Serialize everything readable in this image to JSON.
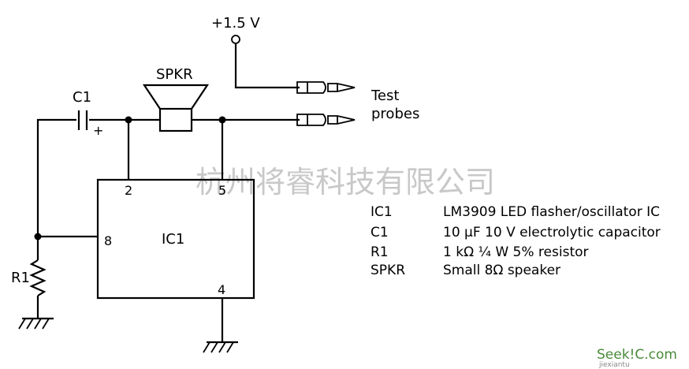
{
  "supply": {
    "label": "+1.5 V"
  },
  "probes": {
    "line1": "Test",
    "line2": "probes"
  },
  "components": {
    "speaker": "SPKR",
    "capacitor": "C1",
    "capacitor_polarity": "+",
    "resistor": "R1",
    "ic": "IC1"
  },
  "pins": {
    "p2": "2",
    "p5": "5",
    "p8": "8",
    "p4": "4"
  },
  "parts_list": [
    {
      "ref": "IC1",
      "desc": "LM3909 LED flasher/oscillator IC"
    },
    {
      "ref": "C1",
      "desc": "10 μF 10 V electrolytic capacitor"
    },
    {
      "ref": "R1",
      "desc": "1 kΩ ¼ W 5% resistor"
    },
    {
      "ref": "SPKR",
      "desc": "Small 8Ω speaker"
    }
  ],
  "watermark": "杭州将睿科技有限公司",
  "logo": {
    "text": "Seek!C.com",
    "sub": "jiexiantu"
  }
}
